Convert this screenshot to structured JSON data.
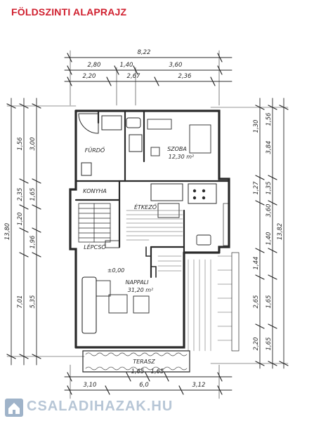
{
  "title": "FÖLDSZINTI ALAPRAJZ",
  "colors": {
    "title": "#d0202f",
    "ink": "#2a2a2a",
    "watermark": "#9fb3c9"
  },
  "dims_top": {
    "overall": "8,22",
    "row1": [
      "2,80",
      "1,40",
      "3,60"
    ],
    "row2": [
      "2,20",
      "2,67",
      "2,36"
    ]
  },
  "dims_left": {
    "overall": "13,80",
    "outer": [
      "1,56",
      "2,35",
      "1,20",
      "7,01"
    ],
    "inner": [
      "3,00",
      "1,65",
      "1,96",
      "5,35"
    ]
  },
  "dims_right": {
    "overall": "13,82",
    "outer": [
      "1,30",
      "3,84",
      "1,27",
      "3,60",
      "1,44",
      "2,65",
      "2,20"
    ],
    "inner": [
      "1,56",
      "1,35",
      "1,40",
      "1,65",
      "1,65"
    ]
  },
  "dims_bottom": {
    "row1": [
      "1,65",
      "1,65"
    ],
    "row2": [
      "3,10",
      "6,0",
      "3,12"
    ]
  },
  "rooms": {
    "bedroom": "SZOBA",
    "bedroom_area": "12,30 m²",
    "bath": "FÜRDŐ",
    "kitchen": "KONYHA",
    "dining": "ÉTKEZŐ",
    "living": "NAPPALI",
    "living_area": "31,20 m²",
    "terrace": "TERASZ",
    "stair_label": "LÉPCSŐ",
    "level": "±0,00"
  },
  "watermark": {
    "text": "CSALADIHAZAK.HU"
  }
}
